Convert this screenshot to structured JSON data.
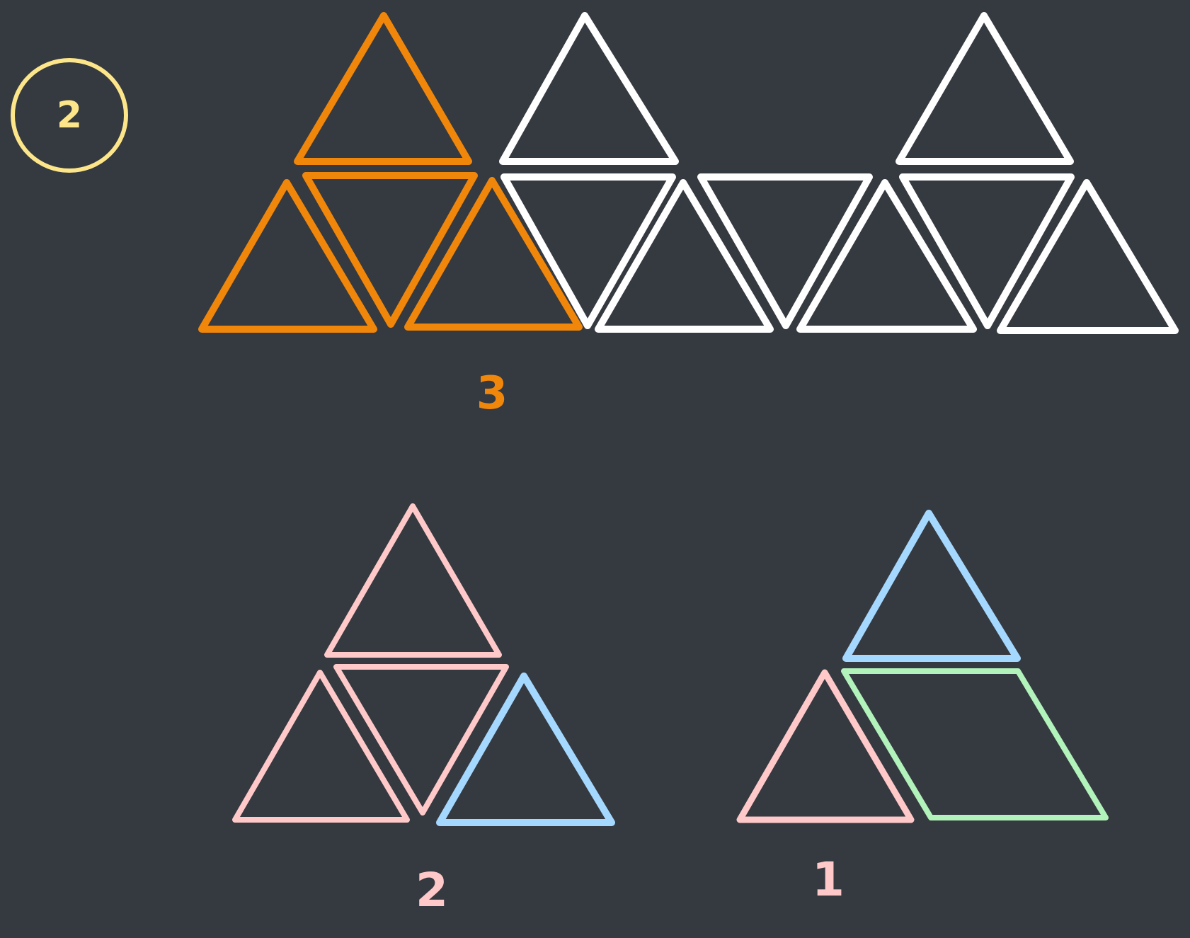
{
  "badge": {
    "text": "2",
    "color": "#fde68a"
  },
  "colors": {
    "background": "#353940",
    "orange": "#f0870a",
    "white": "#ffffff",
    "pink": "#ffc9c9",
    "blue": "#a5d8ff",
    "green": "#b2f2bb"
  },
  "labels": {
    "top_count": "3",
    "bottom_left_count": "2",
    "bottom_right_count": "1"
  }
}
